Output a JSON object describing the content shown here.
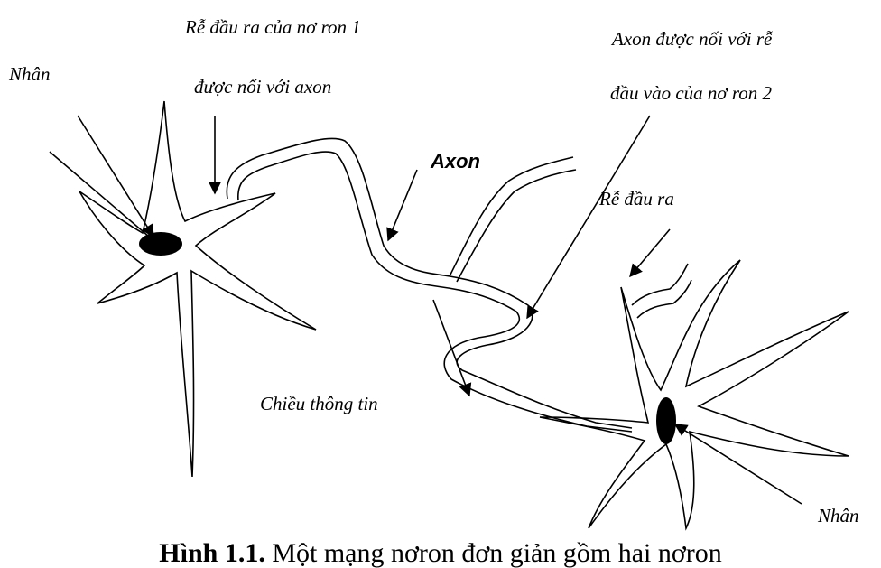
{
  "labels": {
    "nucleus_left": "Nhân",
    "dendrite_output_line1": "Rễ đầu ra của nơ ron 1",
    "dendrite_output_line2": "được nối với axon",
    "axon_connect_line1": "Axon được nối với rễ",
    "axon_connect_line2": "đầu vào của nơ ron 2",
    "axon": "Axon",
    "output_root": "Rễ đầu ra",
    "info_direction": "Chiều thông tin",
    "nucleus_right": "Nhân"
  },
  "caption": {
    "figure_number": "Hình 1.1.",
    "text": "Một mạng nơron đơn giản gồm hai nơron"
  }
}
